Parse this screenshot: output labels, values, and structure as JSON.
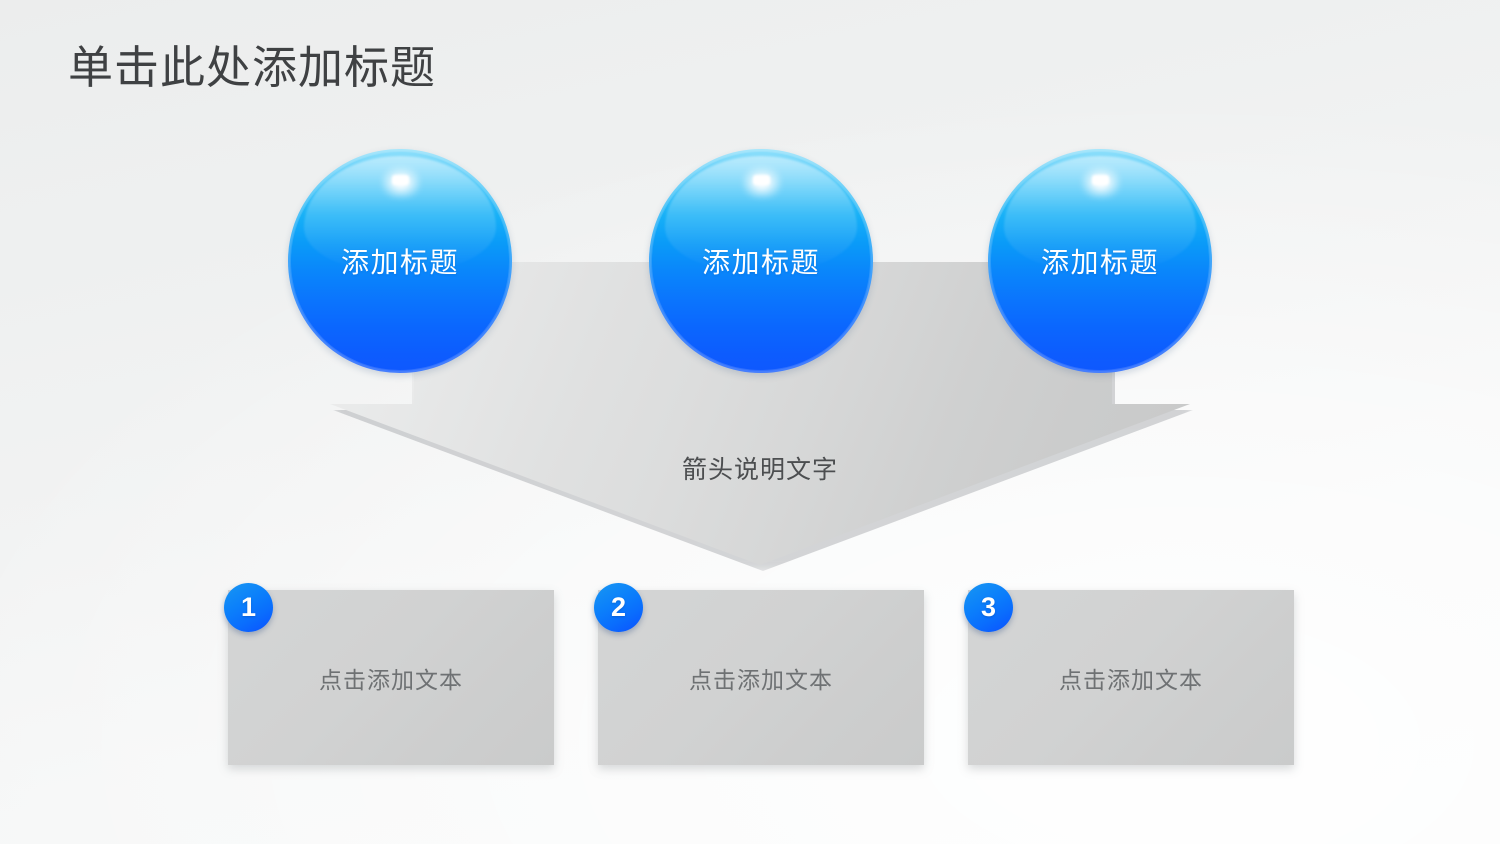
{
  "slide": {
    "title": "单击此处添加标题",
    "background_color": "#f2f3f3",
    "accent_color": "#0b7ffb"
  },
  "spheres": [
    {
      "label": "添加标题"
    },
    {
      "label": "添加标题"
    },
    {
      "label": "添加标题"
    }
  ],
  "arrow": {
    "label": "箭头说明文字",
    "fill_color": "#d8d9d9",
    "direction": "down"
  },
  "cards": [
    {
      "number": "1",
      "text": "点击添加文本"
    },
    {
      "number": "2",
      "text": "点击添加文本"
    },
    {
      "number": "3",
      "text": "点击添加文本"
    }
  ]
}
